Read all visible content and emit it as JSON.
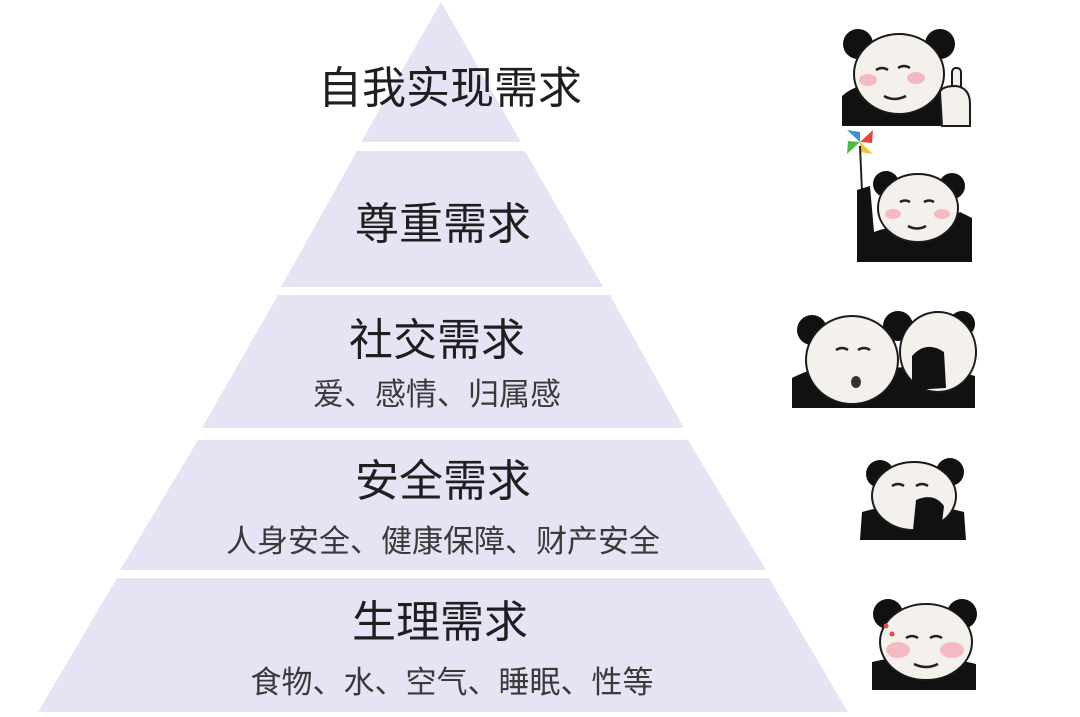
{
  "pyramid": {
    "fill_color": "#e6e4f4",
    "text_color": "#1f1f1f",
    "tiers": [
      {
        "title": "自我实现需求",
        "subtitle": ""
      },
      {
        "title": "尊重需求",
        "subtitle": ""
      },
      {
        "title": "社交需求",
        "subtitle": "爱、感情、归属感"
      },
      {
        "title": "安全需求",
        "subtitle": "人身安全、健康保障、财产安全"
      },
      {
        "title": "生理需求",
        "subtitle": "食物、水、空气、睡眠、性等"
      }
    ]
  },
  "stickers": [
    {
      "icon": "panda-pointing-up-icon"
    },
    {
      "icon": "panda-pinwheel-icon"
    },
    {
      "icon": "two-pandas-whispering-icon"
    },
    {
      "icon": "panda-covering-mouth-icon"
    },
    {
      "icon": "panda-blushing-icon"
    }
  ]
}
